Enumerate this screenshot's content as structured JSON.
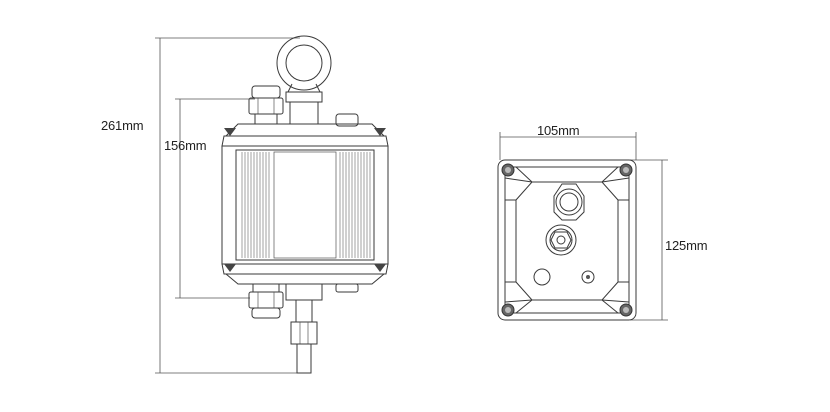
{
  "dimensions": {
    "total_height": "261mm",
    "body_height": "156mm",
    "width": "105mm",
    "depth": "125mm"
  }
}
